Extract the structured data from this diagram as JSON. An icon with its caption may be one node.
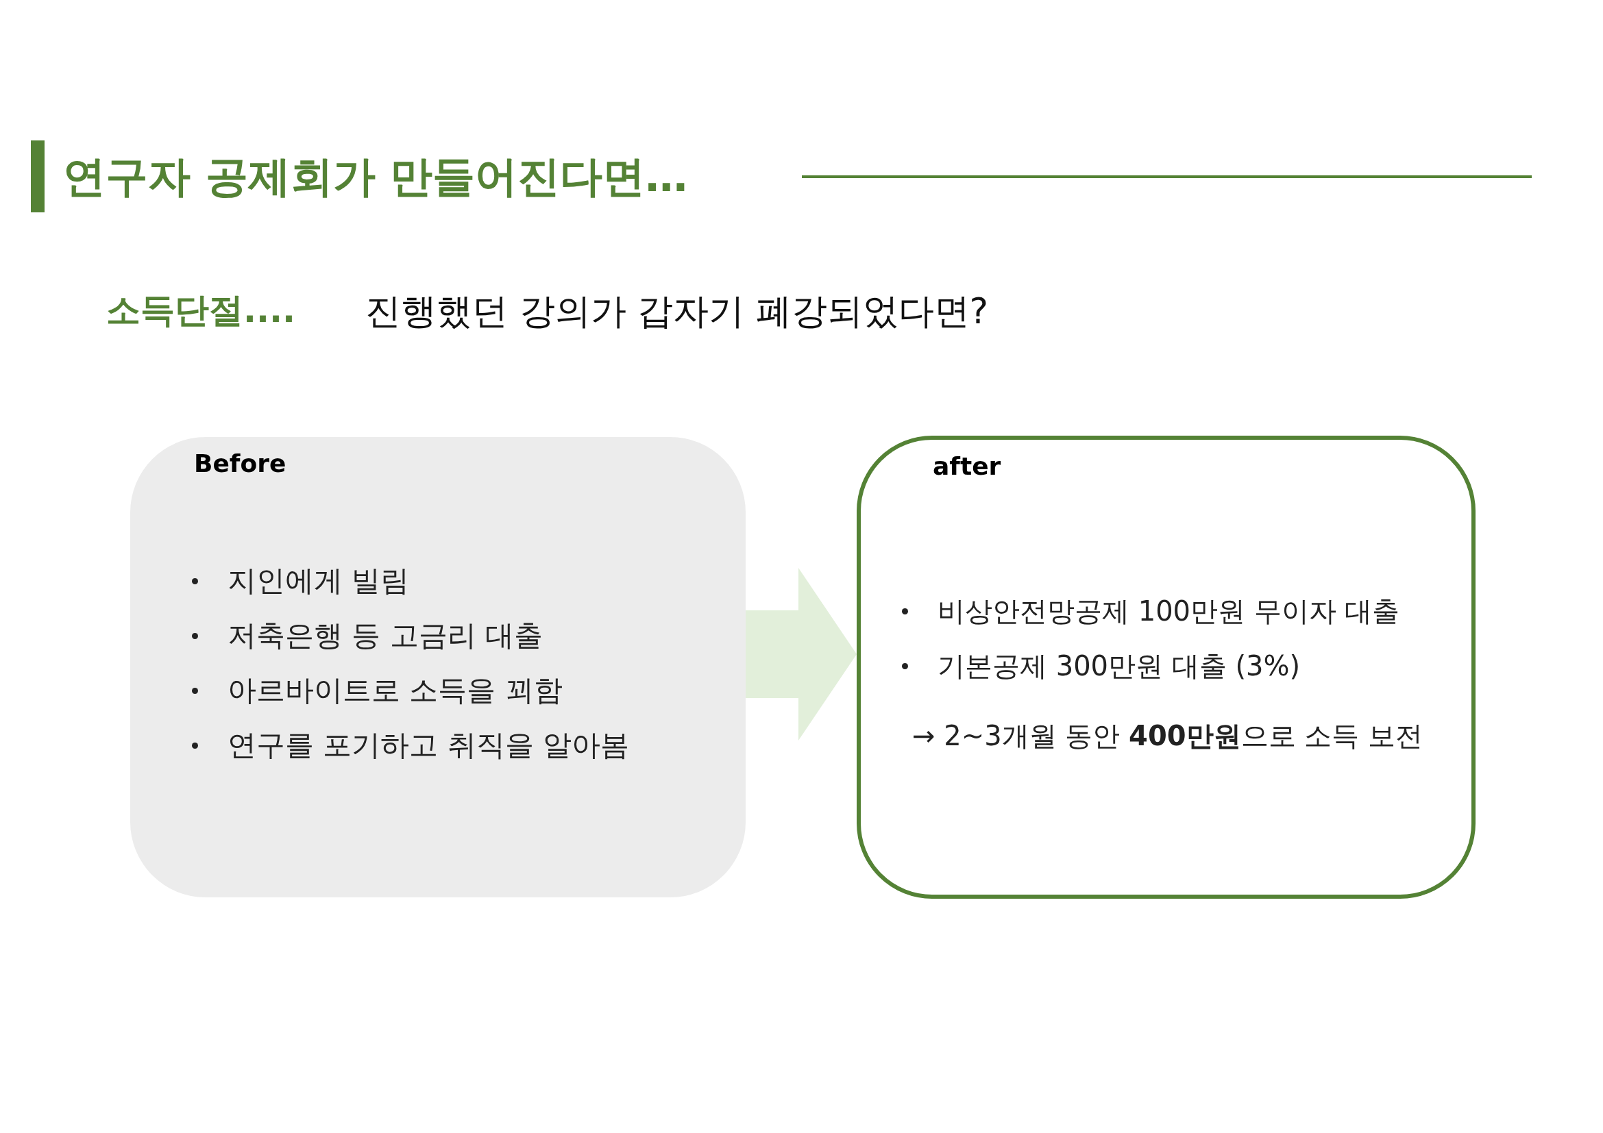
{
  "diagram": {
    "title": "연구자 공제회가 만들어진다면…",
    "nodes": [
      {
        "text": [
          "Before",
          "지인에게 빌림",
          "저축은행 등 고금리 대출",
          "아르바이트로 소득을 꾀함",
          "연구를 포기하고 취직을 알아봄"
        ]
      },
      {
        "text": [
          "after",
          "비상안전망공제 100만원 무이자 대출",
          "기본공제 300만원 대출 (3%)",
          "→ 2~3개월 동안 **400만원**으로 소득 보전"
        ]
      }
    ],
    "edges": [
      {
        "from": 0,
        "to": 1,
        "arrow": "to",
        "color": "#e2efda"
      }
    ],
    "labels": [
      "소득단절....",
      "진행했던 강의가 갑자기 폐강되었다면?"
    ]
  }
}
